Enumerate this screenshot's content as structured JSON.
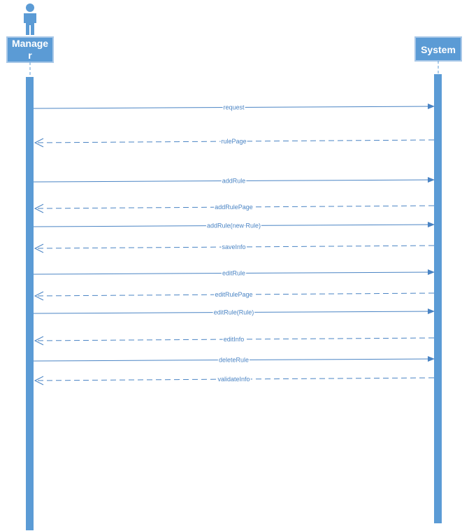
{
  "colors": {
    "lifeline": "#5b9bd5",
    "actor_box_border": "#a9c8e8",
    "message_line": "#4a84c4",
    "label_text": "#4a84c4",
    "actor_text": "#ffffff"
  },
  "actors": [
    {
      "id": "manager",
      "label_line1": "Manage",
      "label_line2": "r",
      "icon": "person-icon"
    },
    {
      "id": "system",
      "label": "System"
    }
  ],
  "messages": [
    {
      "label": "request",
      "kind": "call"
    },
    {
      "label": "rulePage",
      "kind": "return"
    },
    {
      "label": "addRule",
      "kind": "call"
    },
    {
      "label": "addRulePage",
      "kind": "return"
    },
    {
      "label": "addRule(new Rule)",
      "kind": "call"
    },
    {
      "label": "saveInfo",
      "kind": "return"
    },
    {
      "label": "editRule",
      "kind": "call"
    },
    {
      "label": "editRulePage",
      "kind": "return"
    },
    {
      "label": "editRule(Rule)",
      "kind": "call"
    },
    {
      "label": "editInfo",
      "kind": "return"
    },
    {
      "label": "deleteRule",
      "kind": "call"
    },
    {
      "label": "validateInfo",
      "kind": "return"
    }
  ]
}
